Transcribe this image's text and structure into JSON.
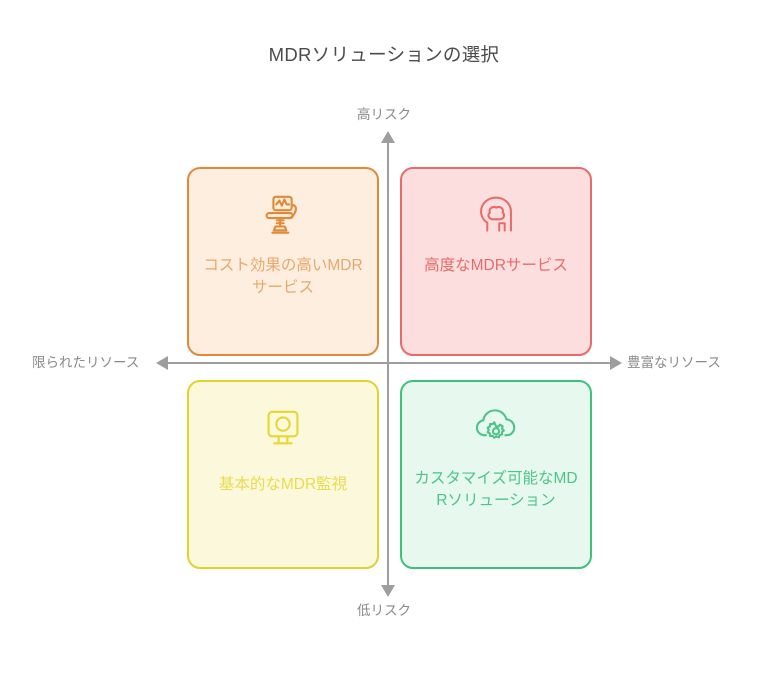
{
  "chart_data": {
    "type": "matrix",
    "title": "MDRソリューションの選択",
    "axes": {
      "y_top_label": "高リスク",
      "y_bottom_label": "低リスク",
      "x_left_label": "限られたリソース",
      "x_right_label": "豊富なリソース",
      "axis_color": "#9e9e9e",
      "label_color": "#8a8a8a"
    },
    "quadrants": [
      {
        "position": "top-left",
        "label": "コスト効果の高いMDRサービス",
        "icon": "medical-chair-monitor-icon",
        "fill": "#fdeee0",
        "border": "#e08a38",
        "text": "#e8a86a",
        "icon_color": "#e08a38"
      },
      {
        "position": "top-right",
        "label": "高度なMDRサービス",
        "icon": "head-brain-icon",
        "fill": "#fcdede",
        "border": "#e76b6b",
        "text": "#e76b6b",
        "icon_color": "#e76b6b"
      },
      {
        "position": "bottom-left",
        "label": "基本的なMDR監視",
        "icon": "monitor-display-icon",
        "fill": "#fbf8dc",
        "border": "#e0d32e",
        "text": "#eadb4e",
        "icon_color": "#e5d830"
      },
      {
        "position": "bottom-right",
        "label": "カスタマイズ可能なMDRソリューション",
        "icon": "cloud-gear-icon",
        "fill": "#e7f8ef",
        "border": "#3fc07f",
        "text": "#4cc489",
        "icon_color": "#4cc489"
      }
    ]
  }
}
